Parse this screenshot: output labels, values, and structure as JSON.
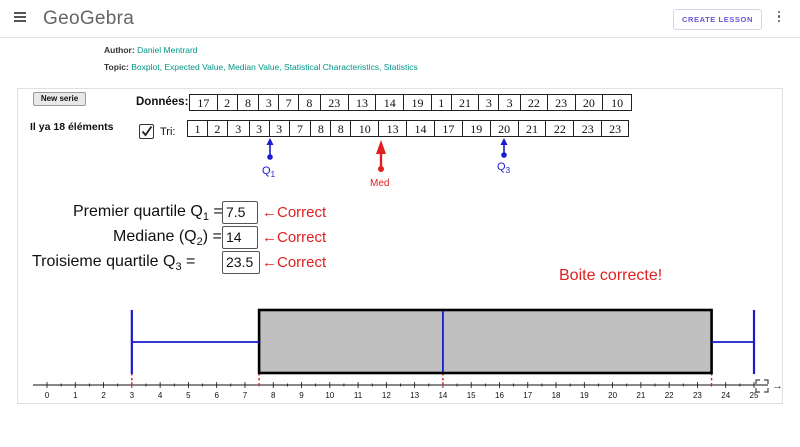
{
  "header": {
    "logo": "GeoGebra",
    "create_lesson": "CREATE LESSON"
  },
  "meta": {
    "author_label": "Author:",
    "author": "Daniel Mentrard",
    "topic_label": "Topic:",
    "topics": "Boxplot, Expected Value, Median Value, Statistical Characteristics, Statistics"
  },
  "applet": {
    "new_serie": "New serie",
    "donnees_label": "Données:",
    "count_label": "Il ya 18 éléments",
    "tri_label": "Tri:",
    "tri_checked": true,
    "donnees": [
      "17",
      "2",
      "8",
      "3",
      "7",
      "8",
      "23",
      "13",
      "14",
      "19",
      "1",
      "21",
      "3",
      "3",
      "22",
      "23",
      "20",
      "10"
    ],
    "sorted": [
      "1",
      "2",
      "3",
      "3",
      "3",
      "7",
      "8",
      "8",
      "10",
      "13",
      "14",
      "17",
      "19",
      "20",
      "21",
      "22",
      "23",
      "23"
    ],
    "markers": {
      "q1": {
        "letter": "Q",
        "sub": "1",
        "color": "#1a1ad0"
      },
      "med": {
        "text": "Med",
        "color": "#e02020"
      },
      "q3": {
        "letter": "Q",
        "sub": "3",
        "color": "#1a1ad0"
      }
    },
    "form": {
      "q1_label": "Premier quartile Q",
      "q1_sub": "1",
      "q1_value": "7.5",
      "q2_label_a": "Mediane (Q",
      "q2_sub": "2",
      "q2_label_b": ")",
      "q2_value": "14",
      "q3_label": "Troisieme quartile Q",
      "q3_sub": "3",
      "q3_value": "23.5",
      "equals": "=",
      "feedback": "←Correct"
    },
    "boite": "Boite correcte!"
  },
  "boxplot": {
    "min": 3,
    "q1": 7.5,
    "median": 14,
    "q3": 23.5,
    "max": 25,
    "axis_min": 0,
    "axis_max": 25,
    "tick_labels": [
      "0",
      "1",
      "2",
      "3",
      "4",
      "5",
      "6",
      "7",
      "8",
      "9",
      "10",
      "11",
      "12",
      "13",
      "14",
      "15",
      "16",
      "17",
      "18",
      "19",
      "20",
      "21",
      "22",
      "23",
      "24",
      "25"
    ],
    "box_fill": "#c0c0c0",
    "whisker_color": "#1a1ad0",
    "median_color": "#1a1ad0",
    "guide_color": "#e02020"
  },
  "colors": {
    "accent": "#6557d2",
    "link": "#009688",
    "correct": "#e02020",
    "marker_blue": "#1a1ad0"
  }
}
